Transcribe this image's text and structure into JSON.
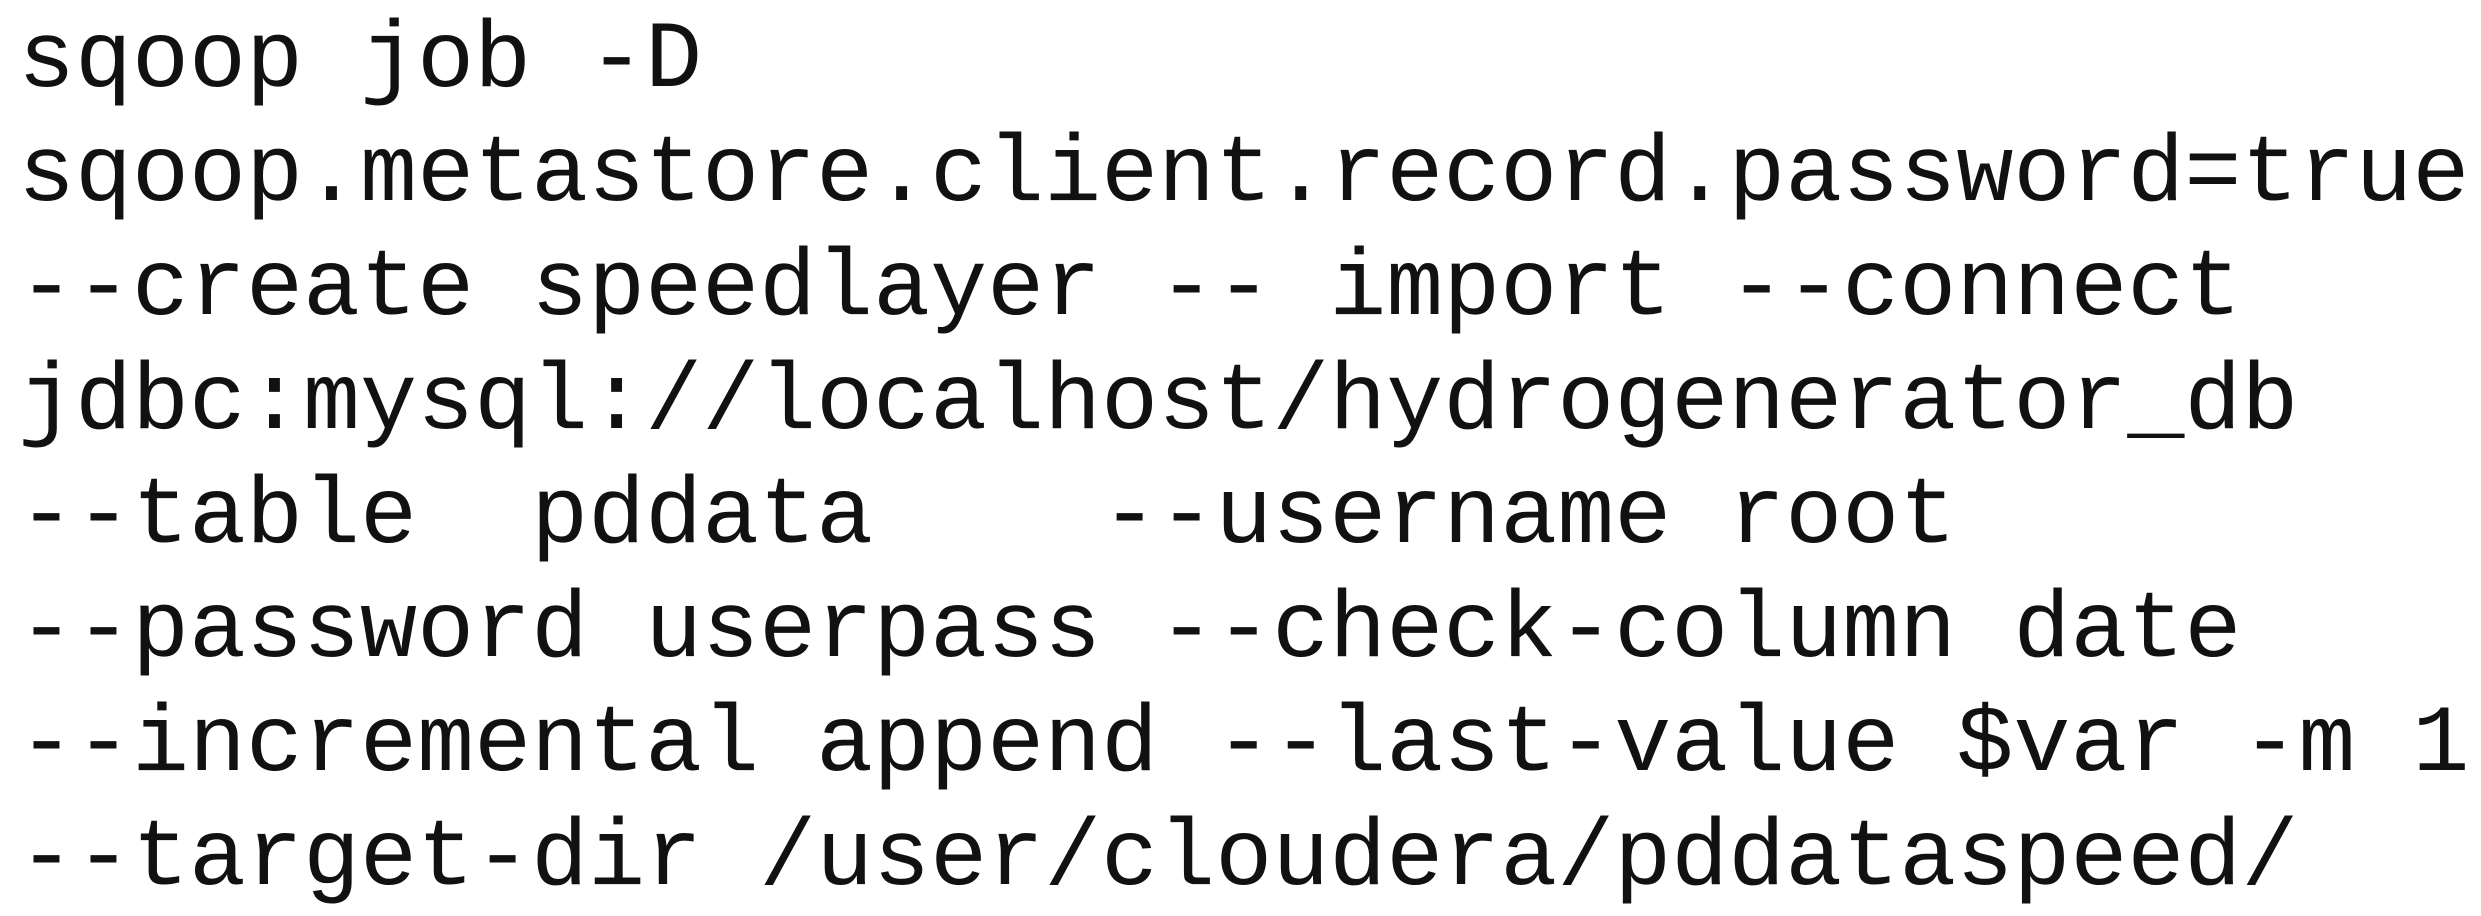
{
  "code": {
    "lines": [
      "sqoop job -D",
      "sqoop.metastore.client.record.password=true",
      "--create speedlayer -- import --connect",
      "jdbc:mysql://localhost/hydrogenerator_db",
      "--table  pddata    --username root",
      "--password userpass --check-column date",
      "--incremental append --last-value $var -m 1",
      "--target-dir /user/cloudera/pddataspeed/"
    ]
  }
}
